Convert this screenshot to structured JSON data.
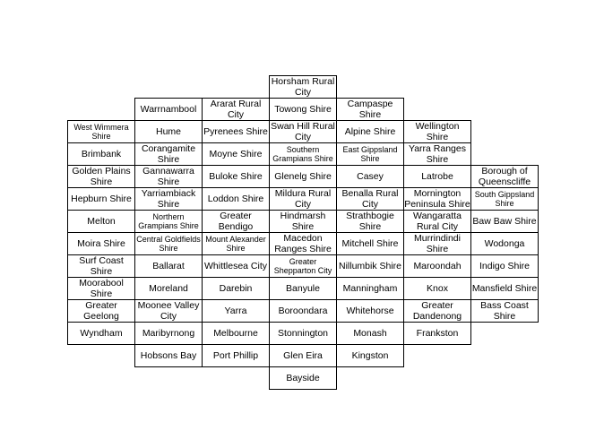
{
  "colors": {
    "tile_border": "#000000",
    "tile_fill": "#ffffff",
    "text": "#000000"
  },
  "tiles": [
    {
      "label": "Horsham Rural City",
      "col": 3,
      "row": 0
    },
    {
      "label": "Warrnambool",
      "col": 1,
      "row": 1
    },
    {
      "label": "Ararat Rural City",
      "col": 2,
      "row": 1
    },
    {
      "label": "Towong Shire",
      "col": 3,
      "row": 1
    },
    {
      "label": "Campaspe Shire",
      "col": 4,
      "row": 1
    },
    {
      "label": "West Wimmera Shire",
      "col": 0,
      "row": 2,
      "small": true
    },
    {
      "label": "Hume",
      "col": 1,
      "row": 2
    },
    {
      "label": "Pyrenees Shire",
      "col": 2,
      "row": 2
    },
    {
      "label": "Swan Hill Rural City",
      "col": 3,
      "row": 2
    },
    {
      "label": "Alpine Shire",
      "col": 4,
      "row": 2
    },
    {
      "label": "Wellington Shire",
      "col": 5,
      "row": 2
    },
    {
      "label": "Brimbank",
      "col": 0,
      "row": 3
    },
    {
      "label": "Corangamite Shire",
      "col": 1,
      "row": 3
    },
    {
      "label": "Moyne Shire",
      "col": 2,
      "row": 3
    },
    {
      "label": "Southern Grampians Shire",
      "col": 3,
      "row": 3,
      "small": true
    },
    {
      "label": "East Gippsland Shire",
      "col": 4,
      "row": 3,
      "small": true
    },
    {
      "label": "Yarra Ranges Shire",
      "col": 5,
      "row": 3
    },
    {
      "label": "Golden Plains Shire",
      "col": 0,
      "row": 4
    },
    {
      "label": "Gannawarra Shire",
      "col": 1,
      "row": 4
    },
    {
      "label": "Buloke Shire",
      "col": 2,
      "row": 4
    },
    {
      "label": "Glenelg Shire",
      "col": 3,
      "row": 4
    },
    {
      "label": "Casey",
      "col": 4,
      "row": 4
    },
    {
      "label": "Latrobe",
      "col": 5,
      "row": 4
    },
    {
      "label": "Borough of Queenscliffe",
      "col": 6,
      "row": 4
    },
    {
      "label": "Hepburn Shire",
      "col": 0,
      "row": 5
    },
    {
      "label": "Yarriambiack Shire",
      "col": 1,
      "row": 5
    },
    {
      "label": "Loddon Shire",
      "col": 2,
      "row": 5
    },
    {
      "label": "Mildura Rural City",
      "col": 3,
      "row": 5
    },
    {
      "label": "Benalla Rural City",
      "col": 4,
      "row": 5
    },
    {
      "label": "Mornington Peninsula Shire",
      "col": 5,
      "row": 5
    },
    {
      "label": "South Gippsland Shire",
      "col": 6,
      "row": 5,
      "small": true
    },
    {
      "label": "Melton",
      "col": 0,
      "row": 6
    },
    {
      "label": "Northern Grampians Shire",
      "col": 1,
      "row": 6,
      "small": true
    },
    {
      "label": "Greater Bendigo",
      "col": 2,
      "row": 6
    },
    {
      "label": "Hindmarsh Shire",
      "col": 3,
      "row": 6
    },
    {
      "label": "Strathbogie Shire",
      "col": 4,
      "row": 6
    },
    {
      "label": "Wangaratta Rural City",
      "col": 5,
      "row": 6
    },
    {
      "label": "Baw Baw Shire",
      "col": 6,
      "row": 6
    },
    {
      "label": "Moira Shire",
      "col": 0,
      "row": 7
    },
    {
      "label": "Central Goldfields Shire",
      "col": 1,
      "row": 7,
      "small": true
    },
    {
      "label": "Mount Alexander Shire",
      "col": 2,
      "row": 7,
      "small": true
    },
    {
      "label": "Macedon Ranges Shire",
      "col": 3,
      "row": 7
    },
    {
      "label": "Mitchell Shire",
      "col": 4,
      "row": 7
    },
    {
      "label": "Murrindindi Shire",
      "col": 5,
      "row": 7
    },
    {
      "label": "Wodonga",
      "col": 6,
      "row": 7
    },
    {
      "label": "Surf Coast Shire",
      "col": 0,
      "row": 8
    },
    {
      "label": "Ballarat",
      "col": 1,
      "row": 8
    },
    {
      "label": "Whittlesea City",
      "col": 2,
      "row": 8
    },
    {
      "label": "Greater Shepparton City",
      "col": 3,
      "row": 8,
      "small": true
    },
    {
      "label": "Nillumbik Shire",
      "col": 4,
      "row": 8
    },
    {
      "label": "Maroondah",
      "col": 5,
      "row": 8
    },
    {
      "label": "Indigo Shire",
      "col": 6,
      "row": 8
    },
    {
      "label": "Moorabool Shire",
      "col": 0,
      "row": 9
    },
    {
      "label": "Moreland",
      "col": 1,
      "row": 9
    },
    {
      "label": "Darebin",
      "col": 2,
      "row": 9
    },
    {
      "label": "Banyule",
      "col": 3,
      "row": 9
    },
    {
      "label": "Manningham",
      "col": 4,
      "row": 9
    },
    {
      "label": "Knox",
      "col": 5,
      "row": 9
    },
    {
      "label": "Mansfield Shire",
      "col": 6,
      "row": 9
    },
    {
      "label": "Greater Geelong",
      "col": 0,
      "row": 10
    },
    {
      "label": "Moonee Valley City",
      "col": 1,
      "row": 10
    },
    {
      "label": "Yarra",
      "col": 2,
      "row": 10
    },
    {
      "label": "Boroondara",
      "col": 3,
      "row": 10
    },
    {
      "label": "Whitehorse",
      "col": 4,
      "row": 10
    },
    {
      "label": "Greater Dandenong",
      "col": 5,
      "row": 10
    },
    {
      "label": "Bass Coast Shire",
      "col": 6,
      "row": 10
    },
    {
      "label": "Wyndham",
      "col": 0,
      "row": 11
    },
    {
      "label": "Maribyrnong",
      "col": 1,
      "row": 11
    },
    {
      "label": "Melbourne",
      "col": 2,
      "row": 11
    },
    {
      "label": "Stonnington",
      "col": 3,
      "row": 11
    },
    {
      "label": "Monash",
      "col": 4,
      "row": 11
    },
    {
      "label": "Frankston",
      "col": 5,
      "row": 11
    },
    {
      "label": "Hobsons Bay",
      "col": 1,
      "row": 12
    },
    {
      "label": "Port Phillip",
      "col": 2,
      "row": 12
    },
    {
      "label": "Glen Eira",
      "col": 3,
      "row": 12
    },
    {
      "label": "Kingston",
      "col": 4,
      "row": 12
    },
    {
      "label": "Bayside",
      "col": 3,
      "row": 13
    }
  ]
}
